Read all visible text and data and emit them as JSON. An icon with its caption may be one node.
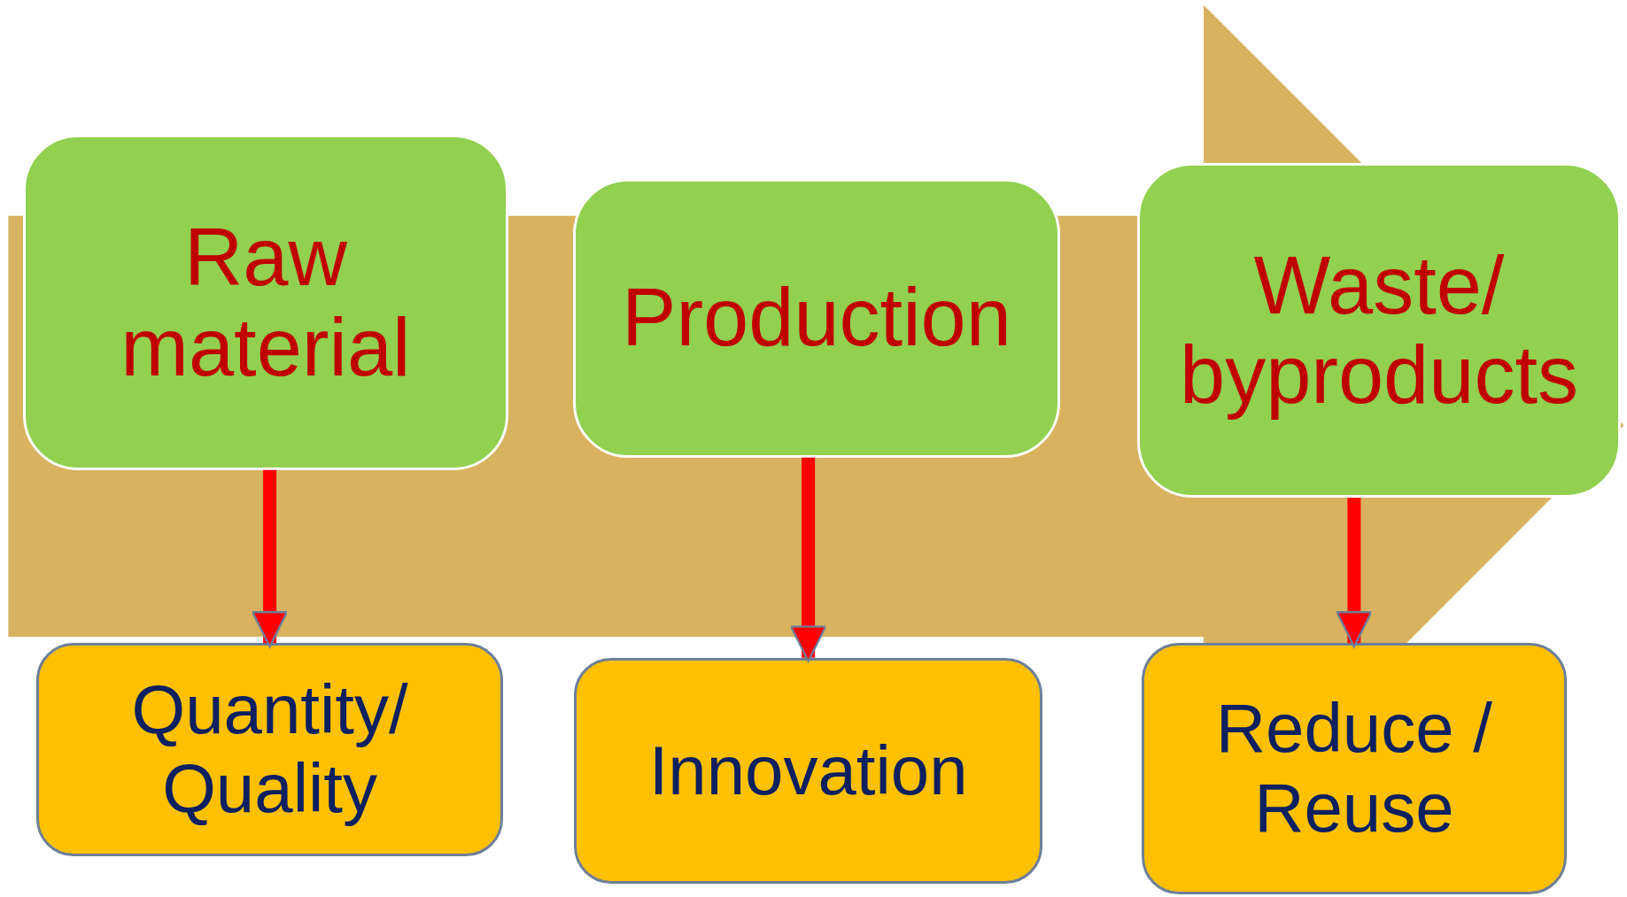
{
  "diagram": {
    "nodes": [
      {
        "text": [
          "Raw material"
        ]
      },
      {
        "text": [
          "Production"
        ]
      },
      {
        "text": [
          "Waste/ byproducts"
        ]
      },
      {
        "text": [
          "Quantity/ Quality"
        ]
      },
      {
        "text": [
          "Innovation"
        ]
      },
      {
        "text": [
          "Reduce / Reuse"
        ]
      }
    ],
    "edges": [
      {
        "from": 0,
        "to": 2,
        "arrow": "to",
        "style": "thick",
        "color": "#d9b25f"
      },
      {
        "from": 0,
        "to": 3,
        "arrow": "to"
      },
      {
        "from": 1,
        "to": 4,
        "arrow": "to"
      },
      {
        "from": 2,
        "to": 5,
        "arrow": "to"
      }
    ]
  }
}
